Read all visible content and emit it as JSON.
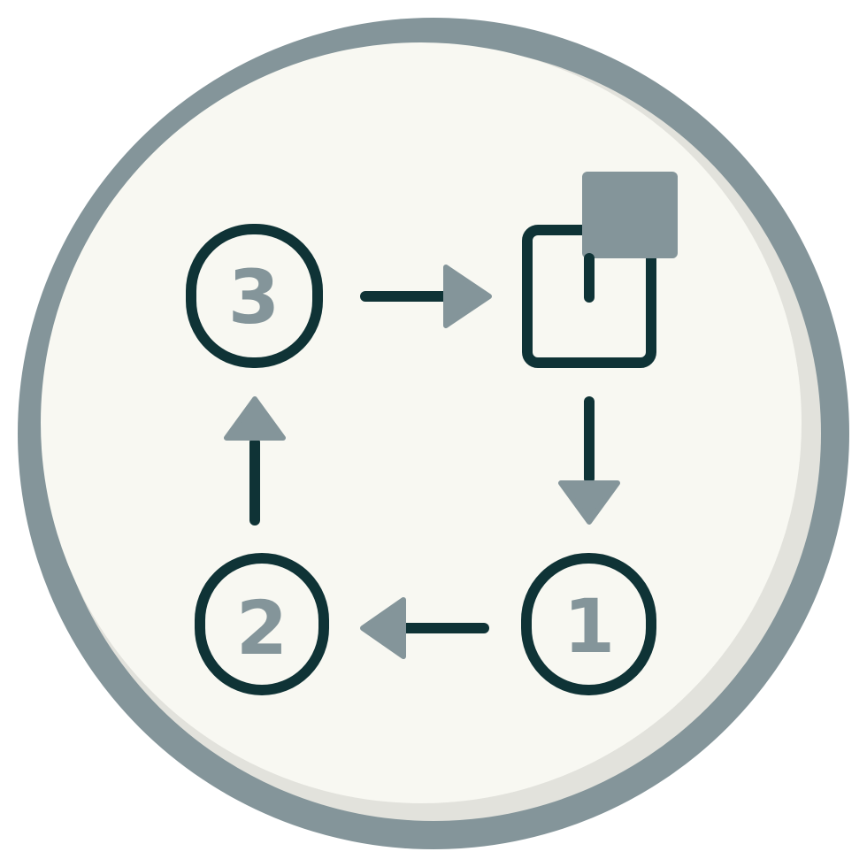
{
  "colors": {
    "background": "#ffffff",
    "outer_ring": "#84959a",
    "inner_fill": "#f8f8f2",
    "inner_shadow": "#e2e2dc",
    "stroke": "#0f3336",
    "accent": "#84959a"
  },
  "icon": {
    "name": "cycle-process-icon",
    "steps": [
      {
        "label": "1",
        "shape": "circle"
      },
      {
        "label": "2",
        "shape": "circle"
      },
      {
        "label": "3",
        "shape": "circle"
      }
    ],
    "final_step": {
      "shape": "square-with-filled-corner-square"
    },
    "arrows": [
      "right",
      "down",
      "left",
      "up"
    ]
  }
}
